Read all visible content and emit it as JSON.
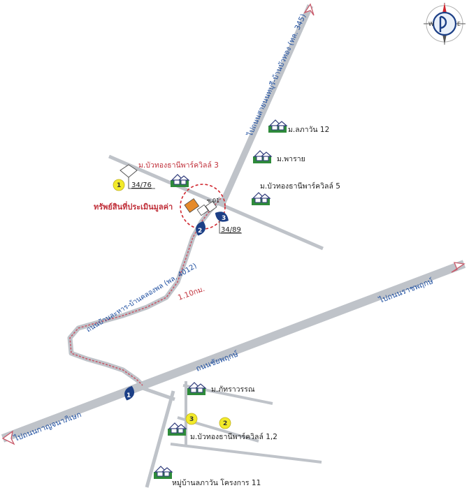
{
  "roads": {
    "phetkasem_west": "ไปถนนกาญจนาภิเษก",
    "phetkasem_east": "ไปถนนราชพฤกษ์",
    "chaiyaphruek": "ถนนชัยพฤกษ์",
    "route_4012": "ถนนบ้านละหาร-บ้านคลองพล (พล. 4012)",
    "route_345": "ไปถนนสายนนทบุรี-บ้านบัวทอง (ทล. 345)",
    "distance": "1.10กม."
  },
  "places": {
    "lakwan12": "ม.ลภาวัน 12",
    "pharuai": "ม.พาราย",
    "buathong5": "ม.บัวทองธานีพาร์ควิลล์ 5",
    "buathong3": "ม.บัวทองธานีพาร์ควิลล์ 3",
    "phatsaran": "ม.ภัทราวรรณ",
    "buathong12": "ม.บัวทองธานีพาร์ควิลล์ 1,2",
    "lakwan11": "หมู่บ้านลภาวัน โครงการ 11"
  },
  "subject": {
    "label": "ทรัพย์สินที่ประเมินมูลค่า",
    "road_sign": "ซ.01"
  },
  "lots": {
    "lot_a": "34/76",
    "lot_b": "34/89"
  },
  "markers": {
    "blue": [
      "1",
      "2",
      "3"
    ],
    "yellow": [
      "1",
      "2",
      "3"
    ]
  },
  "compass": {
    "w": "W",
    "e": "E"
  },
  "colors": {
    "road_fill": "#bfc3c9",
    "route_dashed": "#c85a6a",
    "marker_blue": "#1c3f86",
    "marker_yellow": "#f2ea2a",
    "subject_orange": "#e58a2a",
    "subject_circle": "#d0262e"
  }
}
